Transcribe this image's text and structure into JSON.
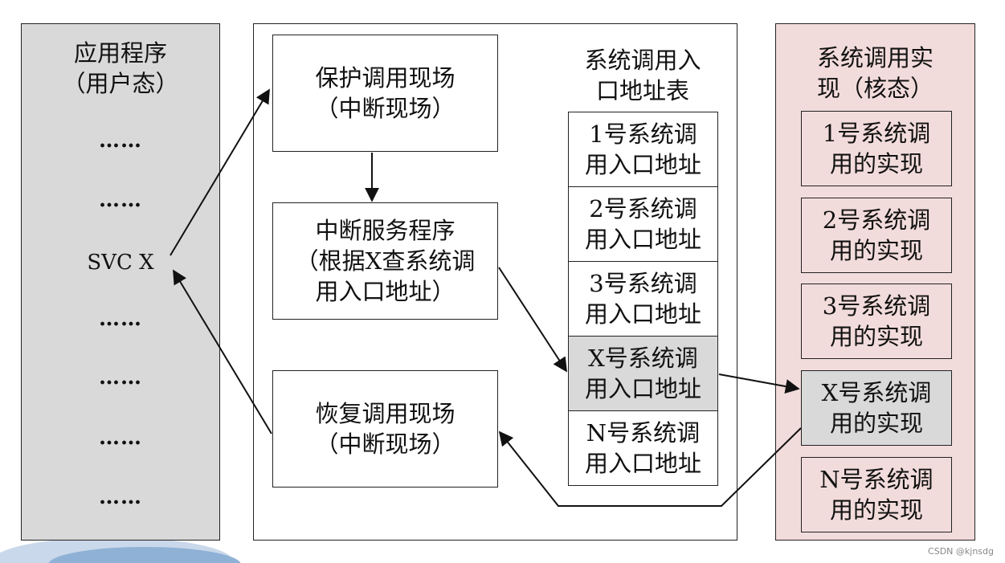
{
  "app_panel": {
    "title": "应用程序\n（用户态）",
    "rows": [
      "……",
      "……",
      "SVC X",
      "……",
      "……",
      "……",
      "……"
    ]
  },
  "middle": {
    "protect": "保护调用现场\n（中断现场）",
    "service": "中断服务程序\n（根据X查系统调\n用入口地址）",
    "restore": "恢复调用现场\n（中断现场）",
    "table_title": "系统调用入\n口地址表",
    "table": [
      "1号系统调\n用入口地址",
      "2号系统调\n用入口地址",
      "3号系统调\n用入口地址",
      "X号系统调\n用入口地址",
      "N号系统调\n用入口地址"
    ]
  },
  "kernel_panel": {
    "title": "系统调用实\n现（核态）",
    "items": [
      "1号系统调\n用的实现",
      "2号系统调\n用的实现",
      "3号系统调\n用的实现",
      "X号系统调\n用的实现",
      "N号系统调\n用的实现"
    ]
  },
  "watermark": "CSDN @kjnsdg",
  "colors": {
    "app_bg": "#d9d9d9",
    "kernel_bg": "#f2dcdb",
    "highlight": "#d9d9d9"
  }
}
